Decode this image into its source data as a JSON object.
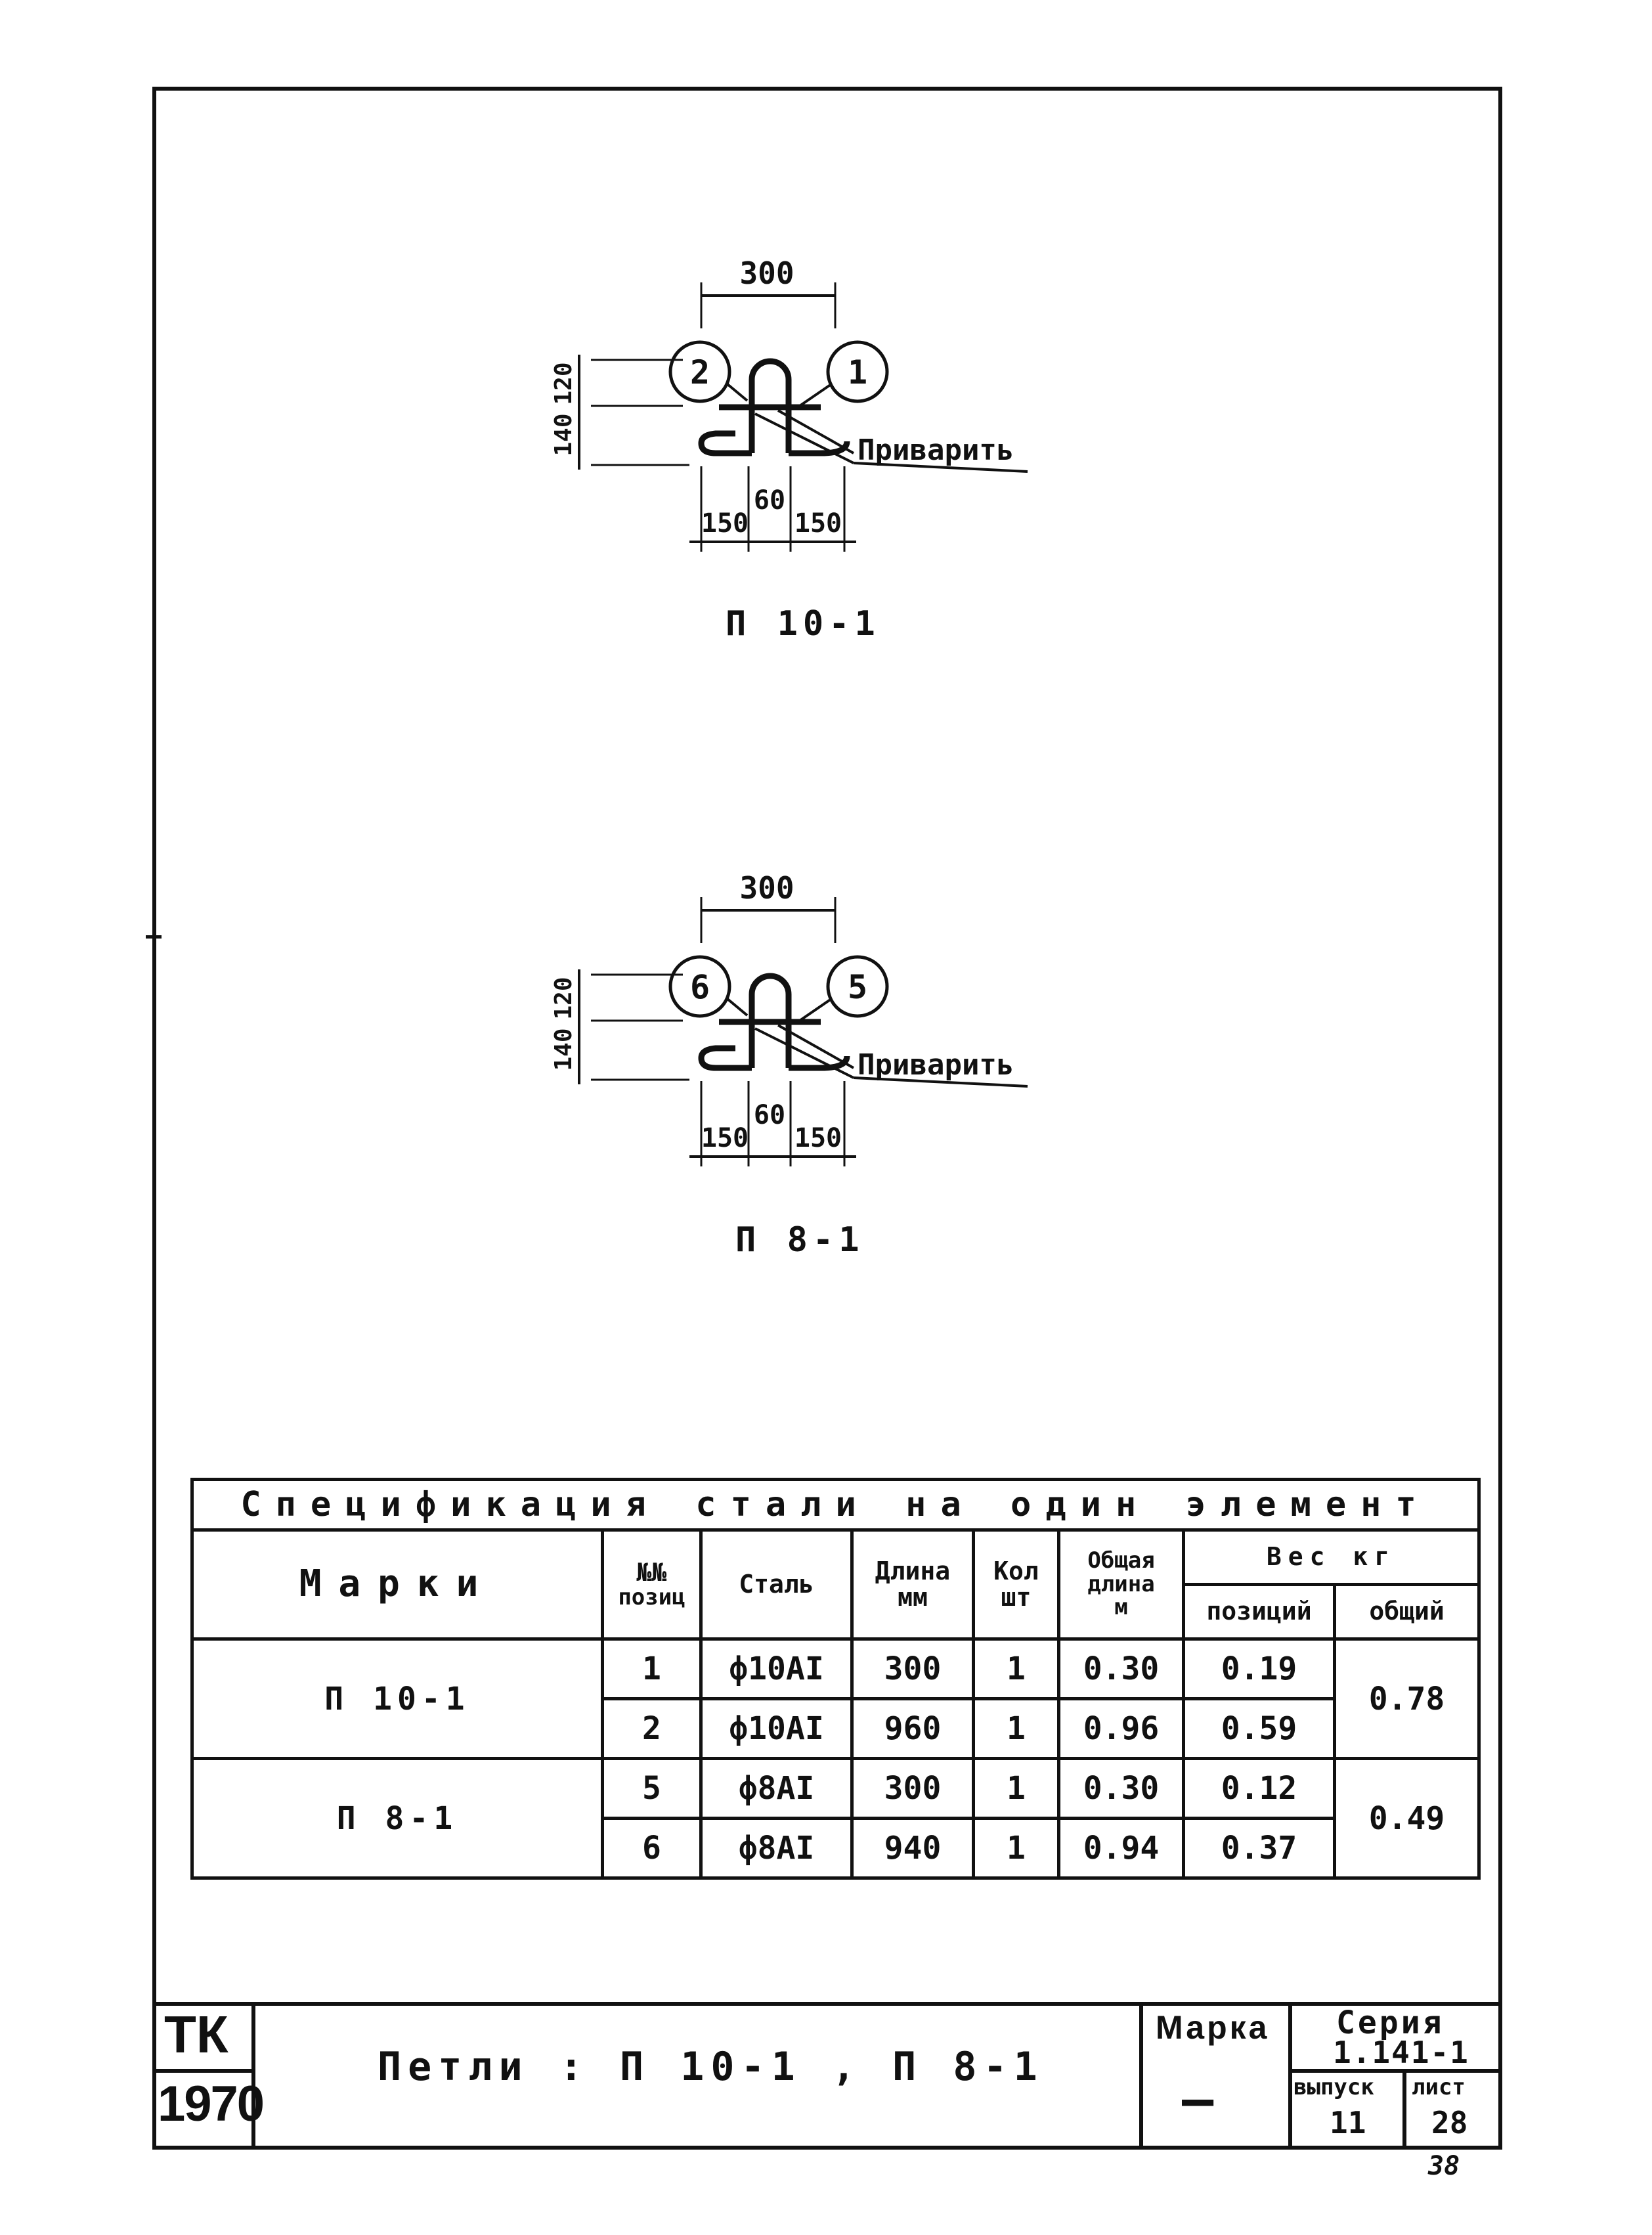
{
  "drawings": [
    {
      "caption": "П 10-1",
      "dimensions": {
        "top": "300",
        "h1": "120",
        "h2": "140",
        "left": "150",
        "mid": "60",
        "right": "150"
      },
      "callouts": [
        "2",
        "1"
      ],
      "weld_note": "Приварить"
    },
    {
      "caption": "П 8-1",
      "dimensions": {
        "top": "300",
        "h1": "120",
        "h2": "140",
        "left": "150",
        "mid": "60",
        "right": "150"
      },
      "callouts": [
        "6",
        "5"
      ],
      "weld_note": "Приварить"
    }
  ],
  "spec_table": {
    "title": "Спецификация стали на один элемент",
    "headers": {
      "marks": "Марки",
      "pos_no_line1": "№№",
      "pos_no_line2": "позиц",
      "steel": "Сталь",
      "length_line1": "Длина",
      "length_line2": "мм",
      "qty_line1": "Кол",
      "qty_line2": "шт",
      "total_len_line1": "Общая",
      "total_len_line2": "длина",
      "total_len_line3": "м",
      "weight": "Вес кг",
      "weight_pos": "позиций",
      "weight_total": "общий"
    },
    "groups": [
      {
        "mark": "П 10-1",
        "total": "0.78",
        "rows": [
          {
            "pos": "1",
            "steel": "ф10АI",
            "length": "300",
            "qty": "1",
            "total_len": "0.30",
            "weight": "0.19"
          },
          {
            "pos": "2",
            "steel": "ф10АI",
            "length": "960",
            "qty": "1",
            "total_len": "0.96",
            "weight": "0.59"
          }
        ]
      },
      {
        "mark": "П 8-1",
        "total": "0.49",
        "rows": [
          {
            "pos": "5",
            "steel": "ф8АI",
            "length": "300",
            "qty": "1",
            "total_len": "0.30",
            "weight": "0.12"
          },
          {
            "pos": "6",
            "steel": "ф8АI",
            "length": "940",
            "qty": "1",
            "total_len": "0.94",
            "weight": "0.37"
          }
        ]
      }
    ]
  },
  "title_block": {
    "org": "ТК",
    "year": "1970",
    "title": "Петли : П 10-1 , П 8-1",
    "marka_label": "Марка",
    "marka_value": "—",
    "series_label": "Серия",
    "series_value": "1.141-1",
    "issue_label": "выпуск",
    "issue_value": "11",
    "sheet_label": "лист",
    "sheet_value": "28",
    "page_number": "38"
  }
}
